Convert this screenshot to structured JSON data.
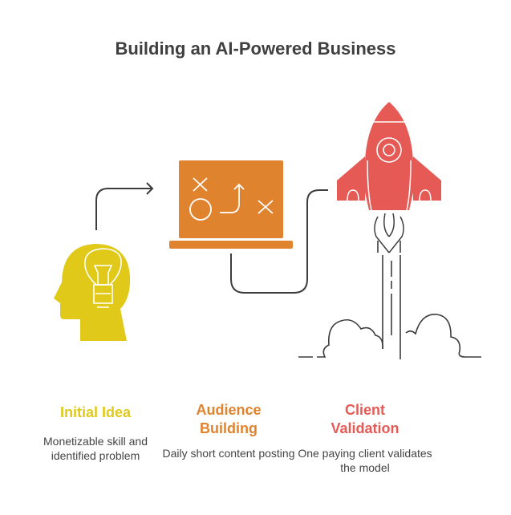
{
  "title": "Building an AI-Powered Business",
  "colors": {
    "idea": "#E0C918",
    "audience": "#E0832F",
    "client": "#E55A55",
    "line": "#3d3d3d"
  },
  "steps": [
    {
      "title": "Initial Idea",
      "description": "Monetizable skill and identified problem",
      "icon": "head-lightbulb-icon"
    },
    {
      "title": "Audience Building",
      "description": "Daily short content posting",
      "icon": "strategy-laptop-icon"
    },
    {
      "title": "Client Validation",
      "description": "One paying client validates the model",
      "icon": "rocket-icon"
    }
  ]
}
